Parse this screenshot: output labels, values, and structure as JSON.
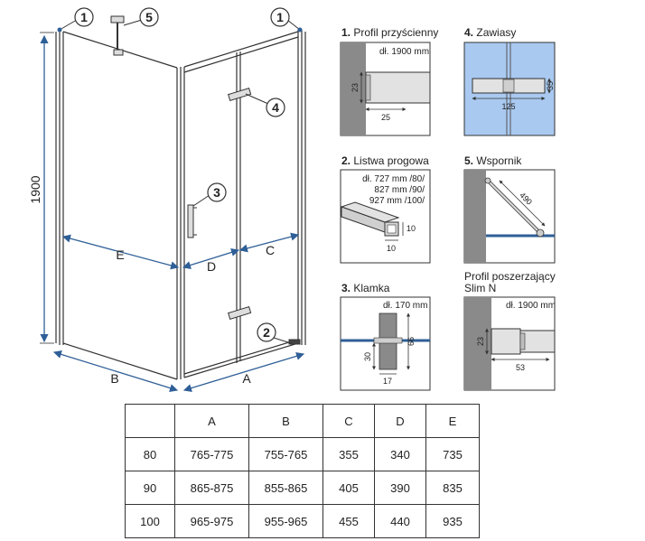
{
  "main": {
    "callouts": [
      "1",
      "5",
      "1",
      "4",
      "3",
      "2"
    ],
    "overall_height": "1900",
    "labels": {
      "e": "E",
      "d": "D",
      "c": "C",
      "b": "B",
      "a": "A"
    }
  },
  "details": [
    {
      "num": "1.",
      "title": "Profil przyścienny",
      "note": "dł. 1900 mm",
      "dims": [
        "23",
        "25"
      ]
    },
    {
      "num": "4.",
      "title": "Zawiasy",
      "note": "",
      "dims": [
        "35",
        "125"
      ]
    },
    {
      "num": "2.",
      "title": "Listwa progowa",
      "note_lines": [
        "dł. 727 mm /80/",
        "827 mm /90/",
        "927 mm /100/"
      ],
      "dims": [
        "10",
        "10"
      ]
    },
    {
      "num": "5.",
      "title": "Wspornik",
      "note": "",
      "dims": [
        "490"
      ]
    },
    {
      "num": "3.",
      "title": "Klamka",
      "note": "dł. 170 mm",
      "dims": [
        "66",
        "30",
        "17"
      ]
    },
    {
      "num": "",
      "title_lines": [
        "Profil poszerzający",
        "Slim N"
      ],
      "note": "dł. 1900 mm",
      "dims": [
        "23",
        "53"
      ]
    }
  ],
  "table": {
    "headers": [
      "",
      "A",
      "B",
      "C",
      "D",
      "E"
    ],
    "rows": [
      [
        "80",
        "765-775",
        "755-765",
        "355",
        "340",
        "735"
      ],
      [
        "90",
        "865-875",
        "855-865",
        "405",
        "390",
        "835"
      ],
      [
        "100",
        "965-975",
        "955-965",
        "455",
        "440",
        "935"
      ]
    ]
  },
  "colors": {
    "accent": "#2f5f97",
    "glass": "#a9c9f0",
    "wall": "#8a8a8a",
    "profile": "#e2e2e2"
  }
}
